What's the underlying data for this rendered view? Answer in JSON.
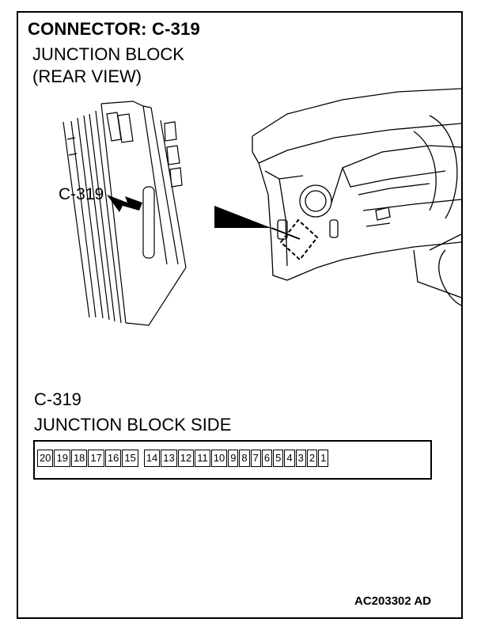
{
  "title": "CONNECTOR: C-319",
  "subtitle_line1": "JUNCTION BLOCK",
  "subtitle_line2": "(REAR VIEW)",
  "callout_label": "C-319",
  "lower_label1": "C-319",
  "lower_label2": "JUNCTION BLOCK SIDE",
  "pins_left": [
    "20",
    "19",
    "18",
    "17",
    "16",
    "15"
  ],
  "pins_right": [
    "14",
    "13",
    "12",
    "11",
    "10",
    "9",
    "8",
    "7",
    "6",
    "5",
    "4",
    "3",
    "2",
    "1"
  ],
  "figure_code": "AC203302 AD"
}
